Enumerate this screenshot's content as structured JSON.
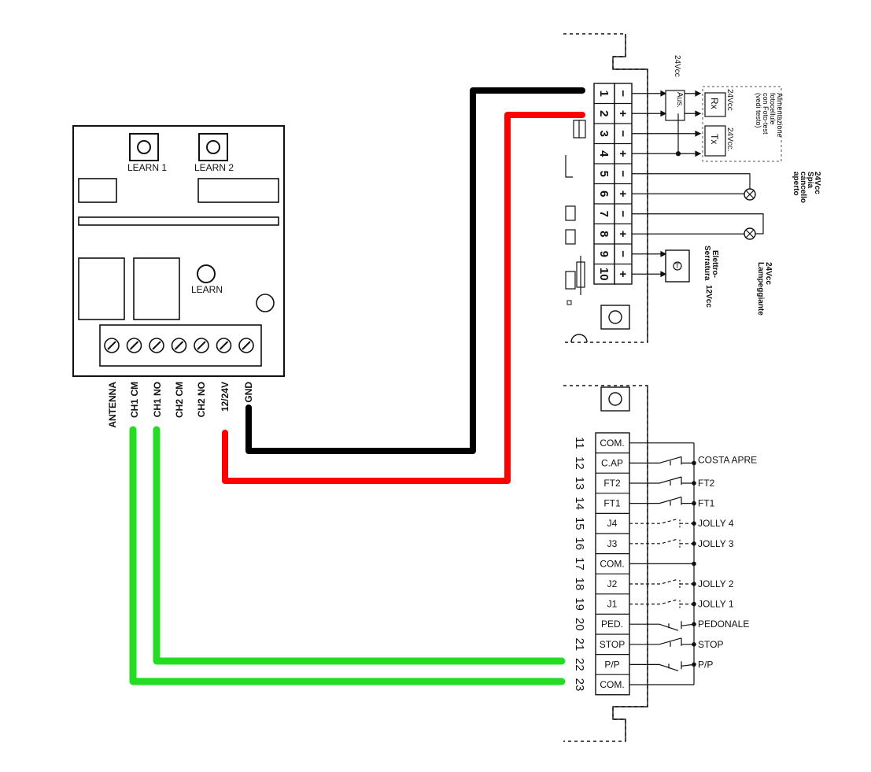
{
  "receiver": {
    "button_labels": [
      "LEARN 1",
      "LEARN 2"
    ],
    "learn_label": "LEARN",
    "terminal_labels": [
      "ANTENNA",
      "CH1 CM",
      "CH1 NO",
      "CH2 CM",
      "CH2 NO",
      "12/24V",
      "GND"
    ]
  },
  "upper_board": {
    "terminals": [
      {
        "num": "1",
        "sign": "−"
      },
      {
        "num": "2",
        "sign": "+"
      },
      {
        "num": "3",
        "sign": "−"
      },
      {
        "num": "4",
        "sign": "+"
      },
      {
        "num": "5",
        "sign": "−"
      },
      {
        "num": "6",
        "sign": "+"
      },
      {
        "num": "7",
        "sign": "−"
      },
      {
        "num": "8",
        "sign": "+"
      },
      {
        "num": "9",
        "sign": "−"
      },
      {
        "num": "10",
        "sign": "+"
      }
    ],
    "aus_label": "Aus.",
    "aus_voltage": "24Vcc",
    "rx_label": "Rx",
    "tx_label": "Tx",
    "rx_voltage": "24Vcc",
    "tx_voltage": "24Vcc.",
    "photocell_note": [
      "Alimentazione",
      "fotocellule",
      "con Foto-test",
      "(vedi testo)"
    ],
    "spia_note": [
      "24Vcc",
      "Spia",
      "cancello",
      "aperto"
    ],
    "lamp_note": [
      "24Vcc",
      "Lampeggiante"
    ],
    "lock_note": [
      "Elettro-",
      "Serratura",
      "12Vcc"
    ]
  },
  "lower_board": {
    "terminals": [
      {
        "num": "11",
        "label": "COM.",
        "output": ""
      },
      {
        "num": "12",
        "label": "C.AP",
        "output": "COSTA APRE"
      },
      {
        "num": "13",
        "label": "FT2",
        "output": "FT2"
      },
      {
        "num": "14",
        "label": "FT1",
        "output": "FT1"
      },
      {
        "num": "15",
        "label": "J4",
        "output": "JOLLY 4"
      },
      {
        "num": "16",
        "label": "J3",
        "output": "JOLLY 3"
      },
      {
        "num": "17",
        "label": "COM.",
        "output": ""
      },
      {
        "num": "18",
        "label": "J2",
        "output": "JOLLY 2"
      },
      {
        "num": "19",
        "label": "J1",
        "output": "JOLLY 1"
      },
      {
        "num": "20",
        "label": "PED.",
        "output": "PEDONALE"
      },
      {
        "num": "21",
        "label": "STOP",
        "output": "STOP"
      },
      {
        "num": "22",
        "label": "P/P",
        "output": "P/P"
      },
      {
        "num": "23",
        "label": "COM.",
        "output": ""
      }
    ]
  },
  "wires": [
    {
      "name": "black-wire",
      "from": "GND",
      "to": "1",
      "color": "#000000"
    },
    {
      "name": "red-wire",
      "from": "12/24V",
      "to": "2",
      "color": "#ff0000"
    },
    {
      "name": "green-wire-ch1-no",
      "from": "CH1 NO",
      "to": "22",
      "color": "#22dd22"
    },
    {
      "name": "green-wire-ch1-cm",
      "from": "CH1 CM",
      "to": "23",
      "color": "#22dd22"
    }
  ]
}
